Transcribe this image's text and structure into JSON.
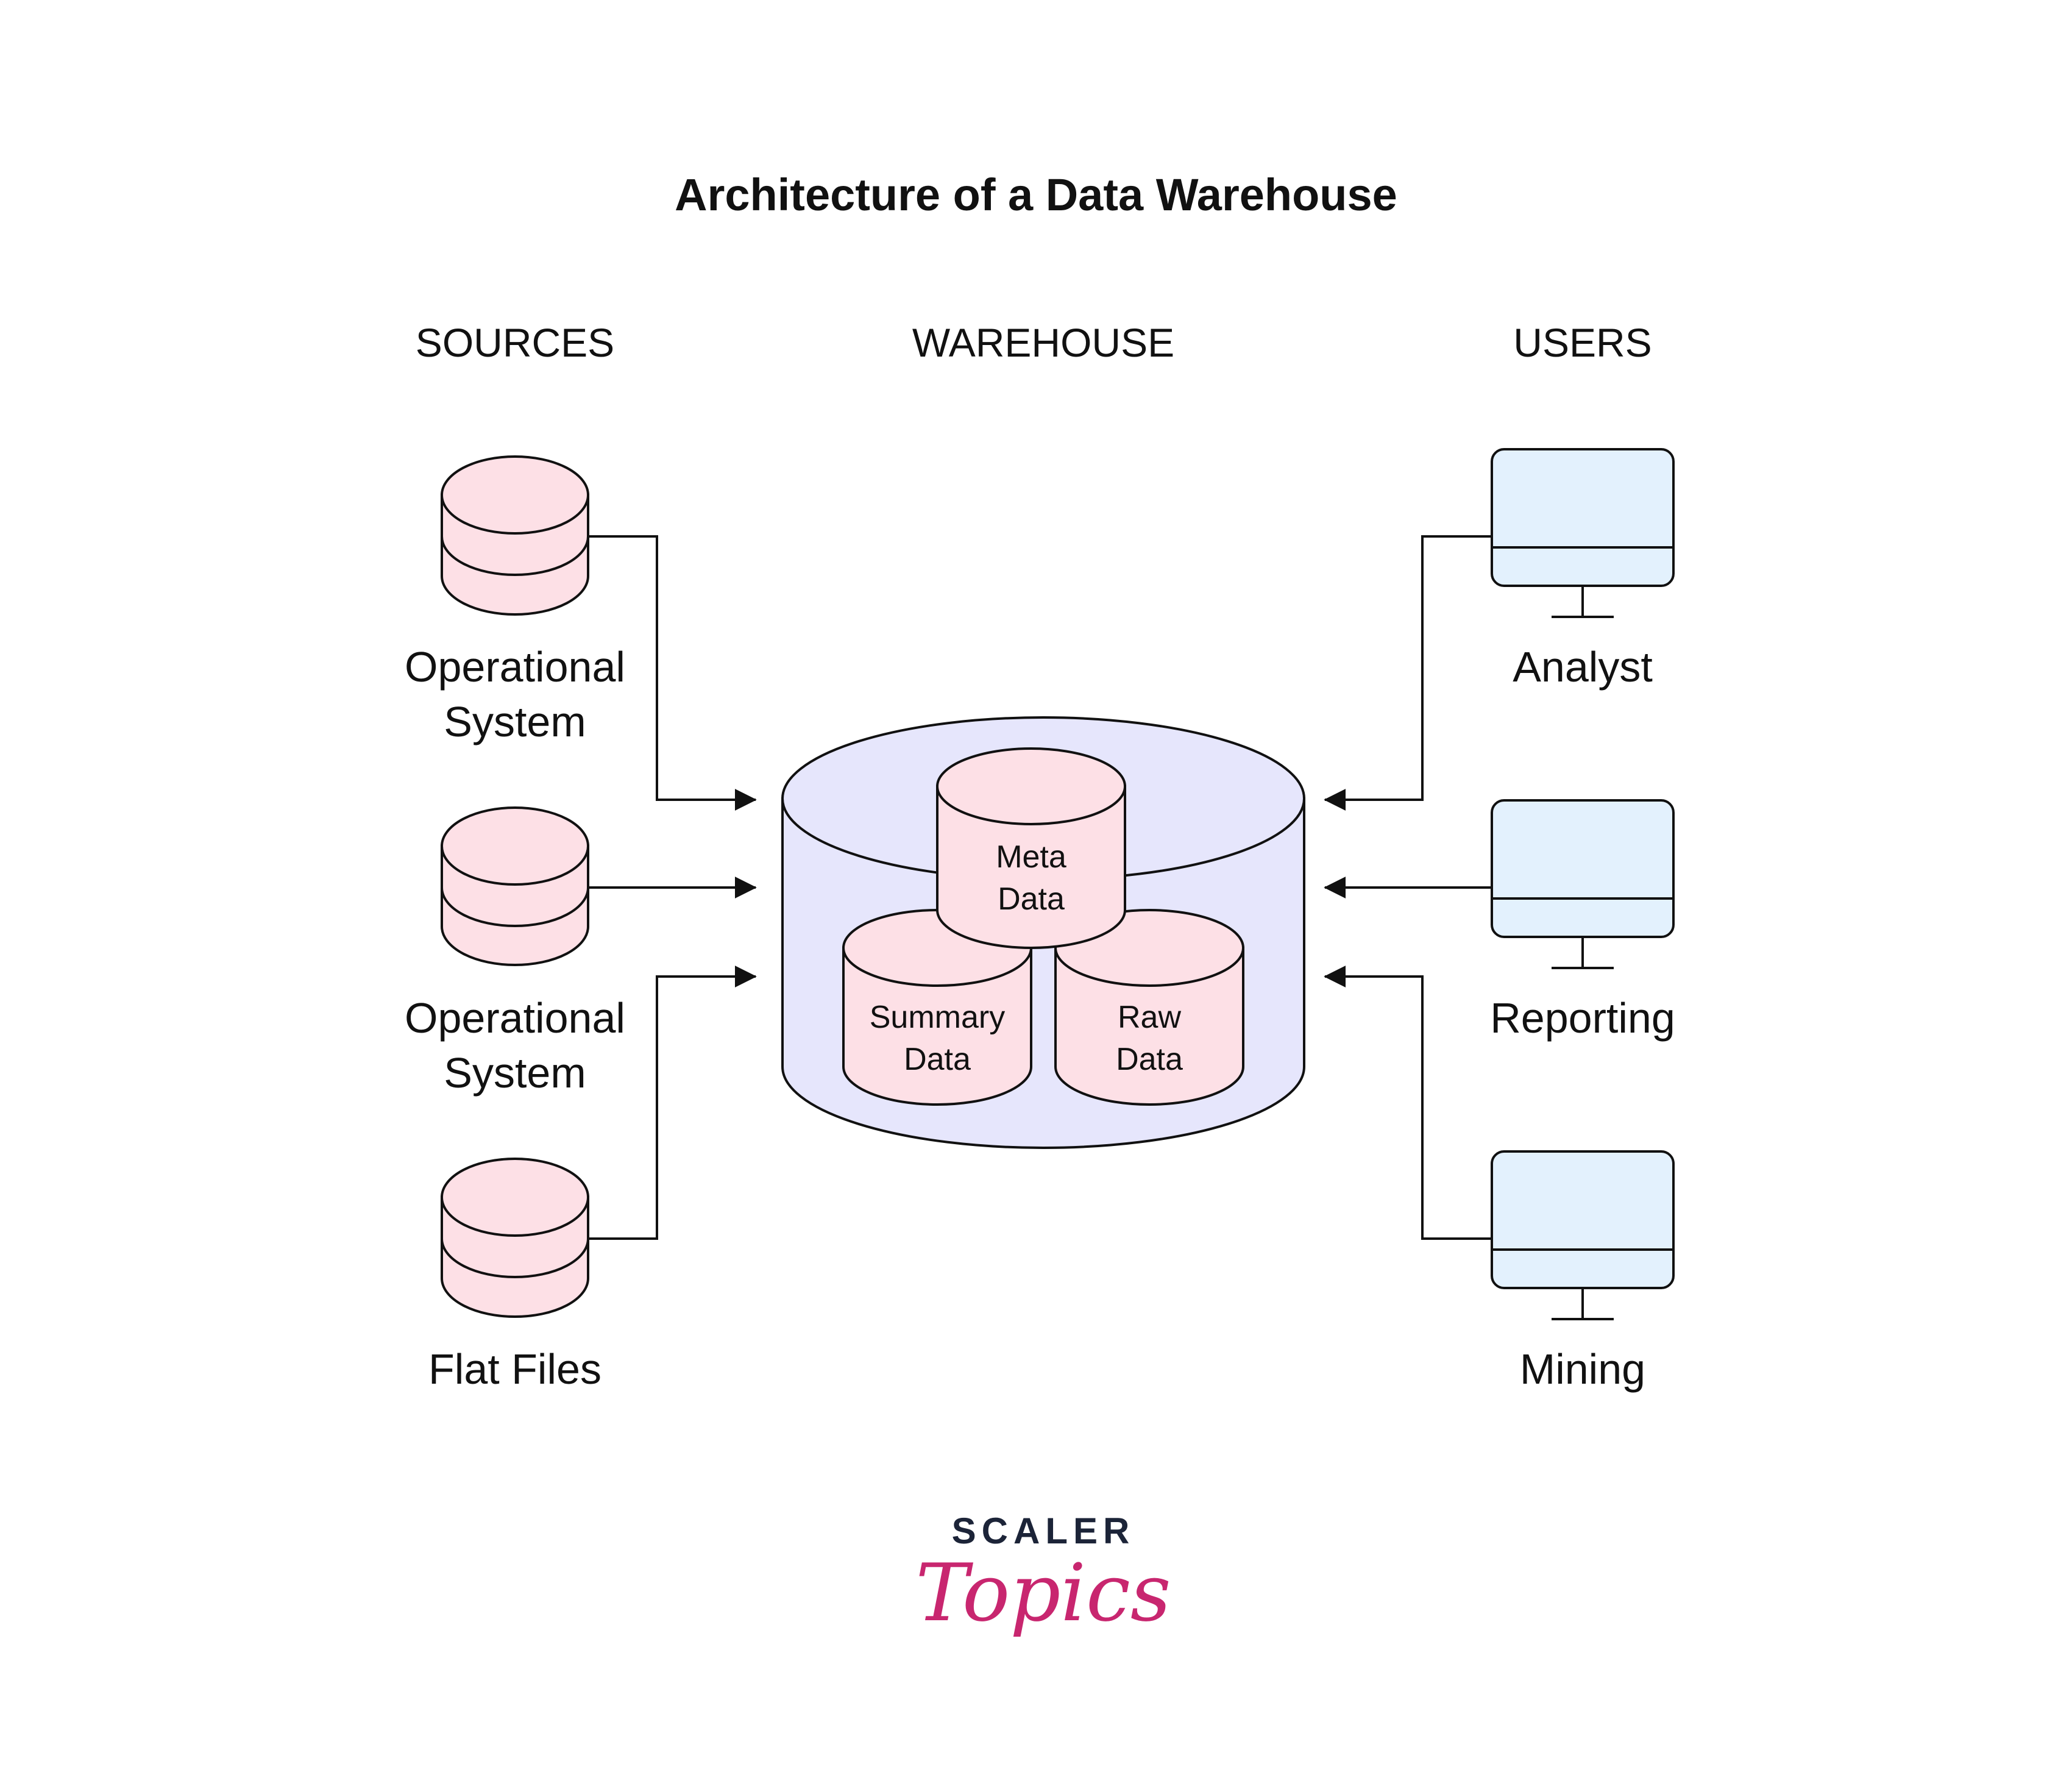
{
  "title": "Architecture of a Data Warehouse",
  "columns": {
    "sources": "SOURCES",
    "warehouse": "WAREHOUSE",
    "users": "USERS"
  },
  "sources": [
    {
      "label_line1": "Operational",
      "label_line2": "System",
      "icon": "database-icon"
    },
    {
      "label_line1": "Operational",
      "label_line2": "System",
      "icon": "database-icon"
    },
    {
      "label_line1": "Flat Files",
      "label_line2": "",
      "icon": "database-icon"
    }
  ],
  "warehouse": {
    "meta": {
      "line1": "Meta",
      "line2": "Data"
    },
    "summary": {
      "line1": "Summary",
      "line2": "Data"
    },
    "raw": {
      "line1": "Raw",
      "line2": "Data"
    }
  },
  "users": [
    {
      "label": "Analyst",
      "icon": "monitor-icon"
    },
    {
      "label": "Reporting",
      "icon": "monitor-icon"
    },
    {
      "label": "Mining",
      "icon": "monitor-icon"
    }
  ],
  "brand": {
    "line1": "SCALER",
    "line2": "Topics"
  },
  "colors": {
    "database_fill": "#fde0e6",
    "warehouse_fill": "#e6e6fc",
    "monitor_fill": "#e3f1fd",
    "stroke": "#111111",
    "brand_dark": "#1c2438",
    "brand_pink": "#c8266f"
  }
}
